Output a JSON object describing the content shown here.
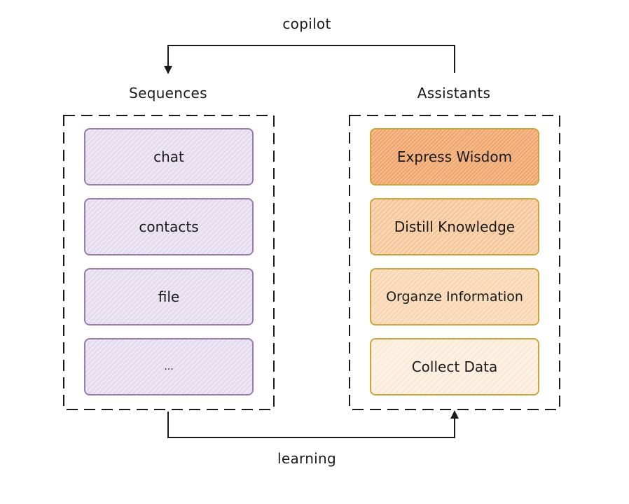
{
  "top_arrow": {
    "label": "copilot"
  },
  "bottom_arrow": {
    "label": "learning"
  },
  "sequences": {
    "title": "Sequences",
    "items": [
      "chat",
      "contacts",
      "file",
      "..."
    ],
    "border_color": "#9c7bb0",
    "fill_color": "#ece6f3"
  },
  "assistants": {
    "title": "Assistants",
    "items": [
      "Express Wisdom",
      "Distill Knowledge",
      "Organze Information",
      "Collect Data"
    ],
    "border_color": "#d1a33f",
    "fill_colors": [
      "#f4b98a",
      "#f8d4b0",
      "#fadfc2",
      "#fdf1e3"
    ]
  }
}
